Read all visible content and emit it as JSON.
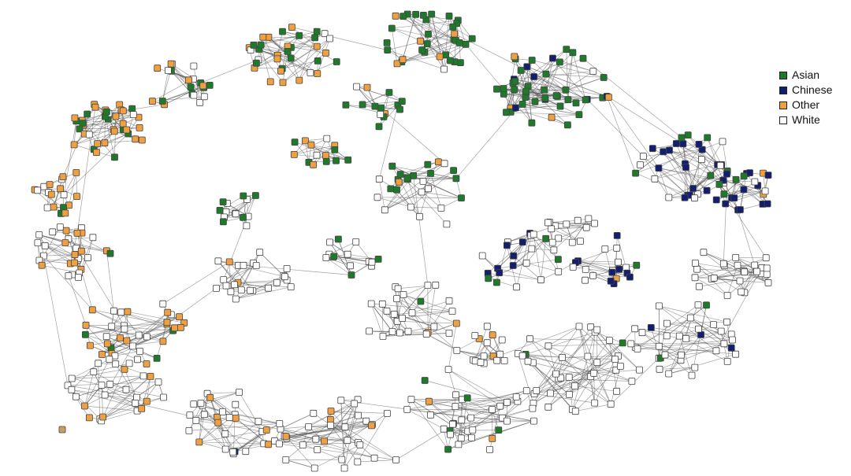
{
  "legend": {
    "items": [
      {
        "label": "Asian",
        "color": "#1e7a2a"
      },
      {
        "label": "Chinese",
        "color": "#141e6e"
      },
      {
        "label": "Other",
        "color": "#f0a040"
      },
      {
        "label": "White",
        "color": "#ffffff"
      }
    ]
  }
}
